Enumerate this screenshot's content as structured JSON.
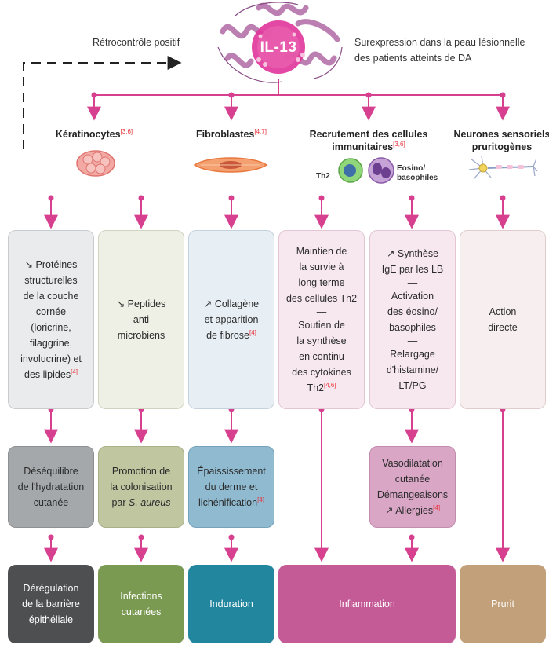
{
  "header": {
    "center_badge": "IL-13",
    "feedback_label": "Rétrocontrôle positif",
    "overexpression_lines": [
      "Surexpression dans la peau lésionnelle",
      "des patients atteints de DA"
    ]
  },
  "categories": [
    {
      "lines": [
        "Kératinocytes"
      ],
      "ref": "[3,6]"
    },
    {
      "lines": [
        "Fibroblastes"
      ],
      "ref": "[4,7]"
    },
    {
      "lines": [
        "Recrutement des cellules",
        "immunitaires"
      ],
      "ref": "[3,6]"
    },
    {
      "lines": [
        "Neurones sensoriels",
        "pruritogènes"
      ],
      "ref": ""
    }
  ],
  "immune_cells": {
    "th2": "Th2",
    "eos_lines": [
      "Eosino/",
      "basophiles"
    ]
  },
  "mechanisms": [
    {
      "lines": [
        "↘ Protéines",
        "structurelles",
        "de la couche",
        "cornée",
        "(loricrine,",
        "filaggrine,",
        "involucrine) et",
        "des lipides"
      ],
      "ref": "[4]"
    },
    {
      "lines": [
        "↘ Peptides",
        "anti",
        "microbiens"
      ],
      "ref": ""
    },
    {
      "lines": [
        "↗ Collagène",
        "et apparition",
        "de fibrose"
      ],
      "ref": "[4]"
    },
    {
      "groups": [
        [
          "Maintien de",
          "la survie à",
          "long terme",
          "des cellules Th2"
        ],
        [
          "Soutien de",
          "la synthèse",
          "en continu",
          "des cytokines",
          "Th2"
        ]
      ],
      "ref": "[4,6]",
      "separator": "—"
    },
    {
      "groups": [
        [
          "↗ Synthèse",
          "IgE par les LB"
        ],
        [
          "Activation",
          "des éosino/",
          "basophiles"
        ],
        [
          "Relargage",
          "d'histamine/",
          "LT/PG"
        ]
      ],
      "ref": "",
      "separator": "—"
    },
    {
      "lines": [
        "Action",
        "directe"
      ],
      "ref": ""
    }
  ],
  "effects": [
    {
      "lines": [
        "Déséquilibre",
        "de l'hydratation",
        "cutanée"
      ],
      "ref": ""
    },
    {
      "lines": [
        "Promotion de",
        "la colonisation"
      ],
      "tail_prefix": "par ",
      "tail_italic": "S. aureus",
      "ref": ""
    },
    {
      "lines": [
        "Épaississement",
        "du derme et",
        "lichénification"
      ],
      "ref": "[4]"
    },
    {
      "lines": [
        "Vasodilatation",
        "cutanée",
        "Démangeaisons",
        "↗ Allergies"
      ],
      "ref": "[4]"
    }
  ],
  "outcomes": [
    {
      "lines": [
        "Dérégulation",
        "de la barrière",
        "épithéliale"
      ]
    },
    {
      "lines": [
        "Infections",
        "cutanées"
      ]
    },
    {
      "lines": [
        "Induration"
      ]
    },
    {
      "lines": [
        "Inflammation"
      ]
    },
    {
      "lines": [
        "Prurit"
      ]
    }
  ],
  "colors": {
    "connector": "#d6408f",
    "ribbon": "#b06aa4",
    "badge": "#e0349a",
    "mech_1": "#e9ebec",
    "mech_2": "#eef0e6",
    "mech_3": "#e7eef4",
    "mech_4": "#f7e8ef",
    "mech_5": "#f7e8ef",
    "mech_6": "#f7efef",
    "effect_1": "#a5a8ab",
    "effect_2": "#bfc6a0",
    "effect_3": "#8fbad0",
    "effect_4": "#d9a6c6",
    "outcome_1": "#4d4f51",
    "outcome_2": "#7a9a52",
    "outcome_3": "#22879e",
    "outcome_4": "#c45a96",
    "outcome_5": "#c2a079"
  }
}
